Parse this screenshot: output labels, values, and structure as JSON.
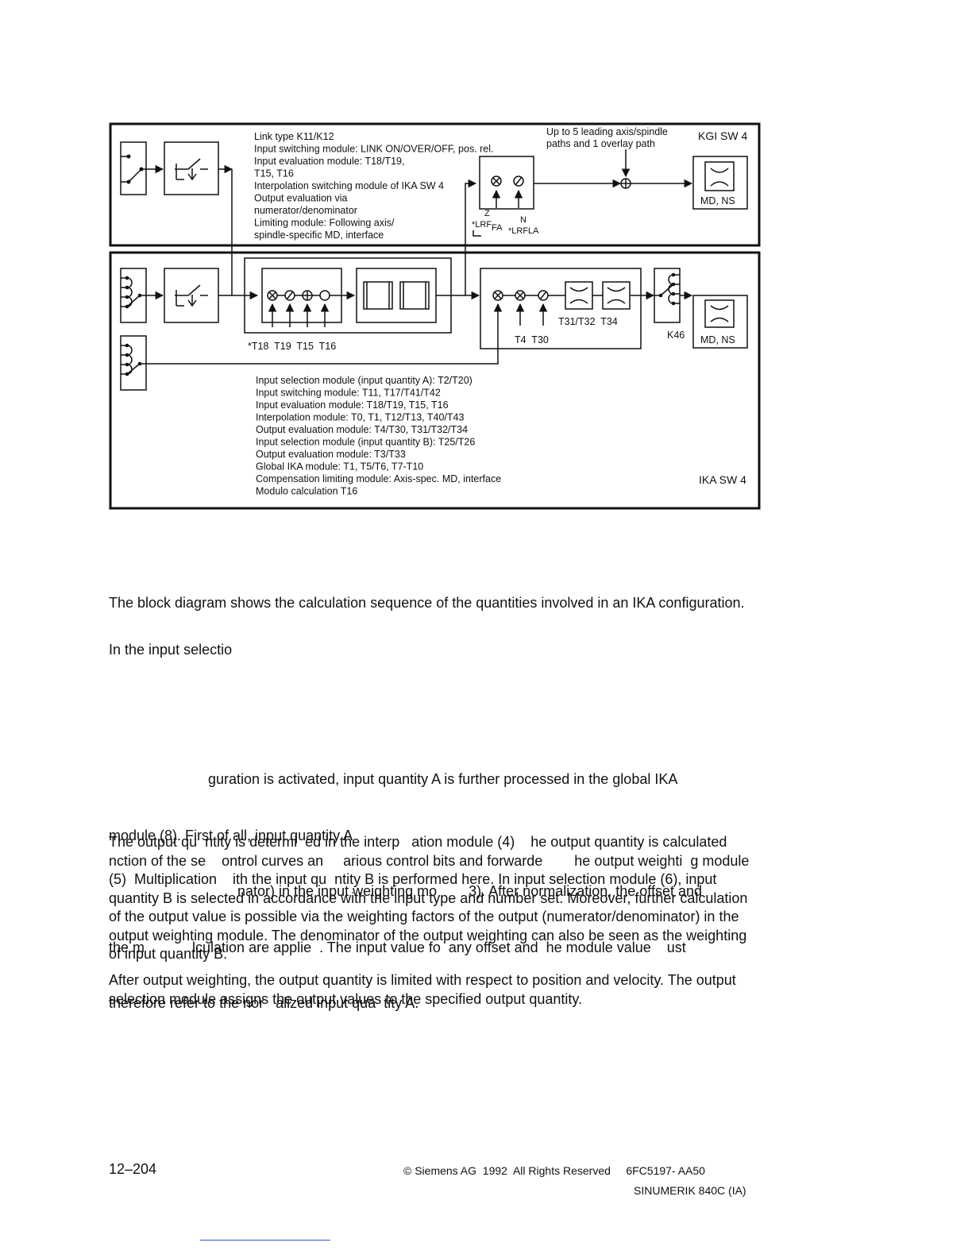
{
  "diagram": {
    "top_box": {
      "label": "KGI SW 4",
      "note_lines": [
        "Link type K11/K12",
        "Input switching module: LINK ON/OVER/OFF, pos. rel.",
        "Input evaluation module: T18/T19,",
        "T15, T16",
        "Interpolation switching module of IKA SW 4",
        "Output evaluation via",
        "numerator/denominator",
        "Limiting module: Following axis/",
        "spindle-specific MD, interface"
      ],
      "leading_note": [
        "Up to 5 leading axis/spindle",
        "paths and 1 overlay path"
      ],
      "z_label": "Z",
      "n_label": "N",
      "lrf_fa": "*LRF",
      "lrf_fa_sub": "FA",
      "lrf_la": "*LRFLA",
      "md_ns": "MD, NS"
    },
    "bottom_box": {
      "label": "IKA SW 4",
      "t_labels": "*T18  T19  T15  T16",
      "t4_t30": "T4  T30",
      "t31_t34": "T31/T32  T34",
      "k46": "K46",
      "md_ns": "MD, NS",
      "module_lines": [
        "Input selection module (input quantity A): T2/T20)",
        "Input switching module: T11, T17/T41/T42",
        "Input evaluation module: T18/T19, T15, T16",
        "Interpolation module: T0, T1, T12/T13, T40/T43",
        "Output evaluation module: T4/T30, T31/T32/T34",
        "Input selection module (input quantity B): T25/T26",
        "Output evaluation module: T3/T33",
        "Global IKA module: T1, T5/T6, T7-T10",
        "Compensation limiting module: Axis-spec. MD, interface",
        "Modulo calculation T16"
      ]
    }
  },
  "text": {
    "p1": "The block diagram shows the calculation sequence of the quantities involved in an IKA configuration.",
    "p2": "In the input selectio",
    "p3_lines": [
      "guration is activated, input quantity A is further processed in the global IKA",
      "module (8). First of all, input quantity A",
      "nator) in the input weighting mo        3). After normalization, the offset and",
      "the m            lculation are applie  . The input value fo  any offset and  he module value    ust",
      "therefore refer to the nor   alized input qua  tity A."
    ],
    "p4": "The output qu  ntity is determi  ed in the interp   ation module (4)    he output quantity is calculated            nction of the se    ontrol curves an     arious control bits and forwarde        he output weighti  g module (5)  Multiplication    ith the input qu  ntity B is performed here. In input selection module (6), input quantity B is selected in accordance with the input type and number set. Moreover, further calculation of the output value is possible via the weighting factors of the output (numerator/denominator) in the output weighting module. The denominator of the output weighting can also be seen as the weighting of input quantity B.",
    "p5": "After output weighting, the output quantity is limited with respect to position and velocity. The output selection module assigns the output values to the specified output quantity."
  },
  "footer": {
    "page": "12–204",
    "copyright": "© Siemens AG  1992  All Rights Reserved     6FC5197- AA50",
    "product": "SINUMERIK 840C (IA)"
  }
}
